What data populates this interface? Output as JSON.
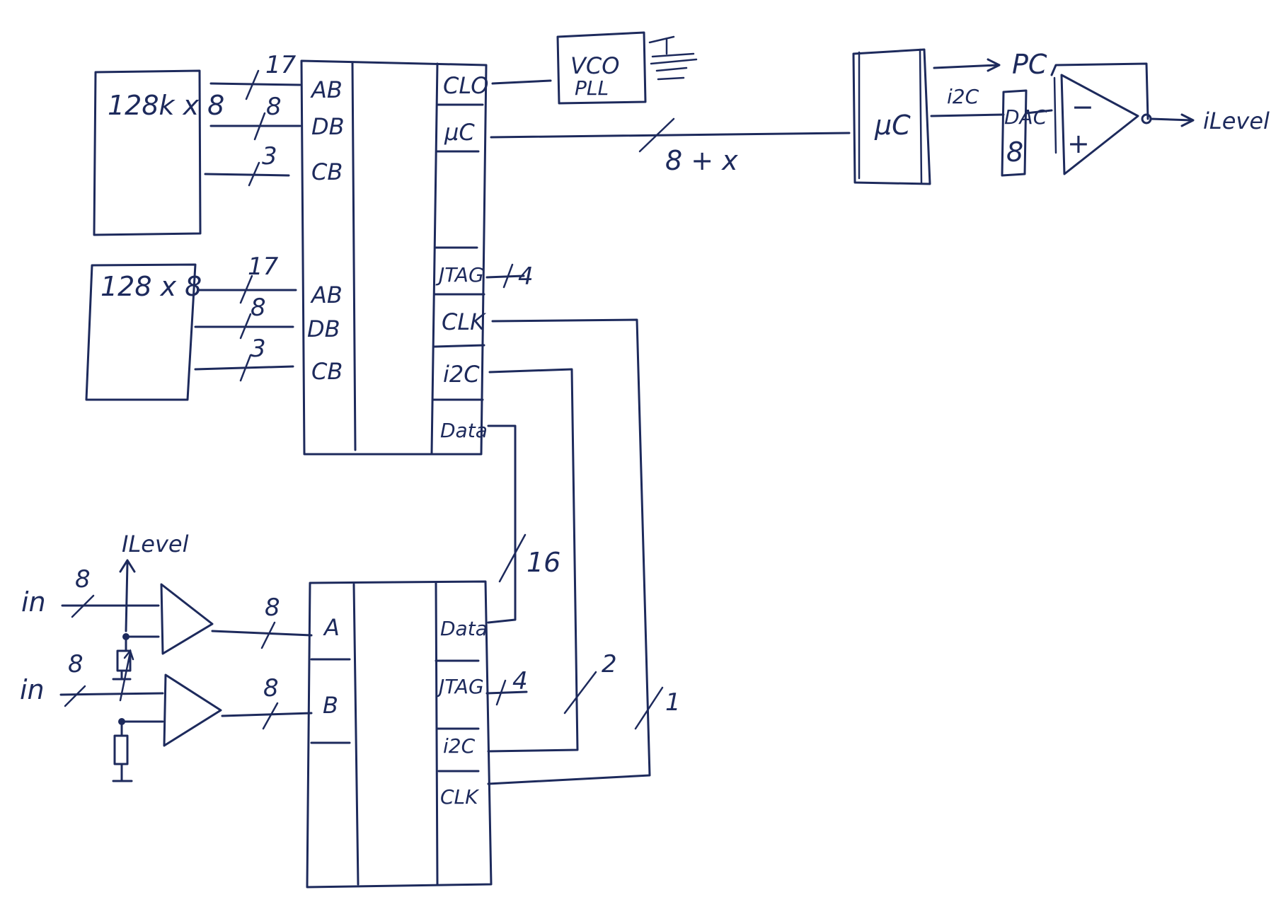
{
  "diagram": {
    "memory_top": {
      "label": "128k x 8",
      "buses": [
        {
          "pin": "AB",
          "width": "17"
        },
        {
          "pin": "DB",
          "width": "8"
        },
        {
          "pin": "CB",
          "width": "3"
        }
      ]
    },
    "memory_bottom": {
      "label": "128 x 8",
      "buses": [
        {
          "pin": "AB",
          "width": "17"
        },
        {
          "pin": "DB",
          "width": "8"
        },
        {
          "pin": "CB",
          "width": "3"
        }
      ]
    },
    "fpga_top": {
      "right_pins": [
        "CLO",
        "µC",
        "JTAG",
        "CLK",
        "i2C",
        "Data"
      ],
      "jtag_width": "4"
    },
    "vco": {
      "line1": "VCO",
      "line2": "PLL"
    },
    "bus_to_uc": {
      "width": "8 + x"
    },
    "uc": {
      "label": "µC",
      "out_pc": "PC",
      "out_i2c": "i2C"
    },
    "dac": {
      "label": "DAC",
      "bits": "8"
    },
    "opamp": {
      "minus": "−",
      "plus": "+",
      "output": "iLevel"
    },
    "fpga_bottom": {
      "left_pins": [
        "A",
        "B"
      ],
      "right_pins": [
        "Data",
        "JTAG",
        "i2C",
        "CLK"
      ],
      "data_width": "16",
      "jtag_width": "4",
      "i2c_width": "2",
      "clk_width": "1"
    },
    "inputs": [
      {
        "label": "in",
        "width": "8",
        "bus_out": "8"
      },
      {
        "label": "in",
        "width": "8",
        "bus_out": "8"
      }
    ],
    "level_ref": "ILevel"
  }
}
